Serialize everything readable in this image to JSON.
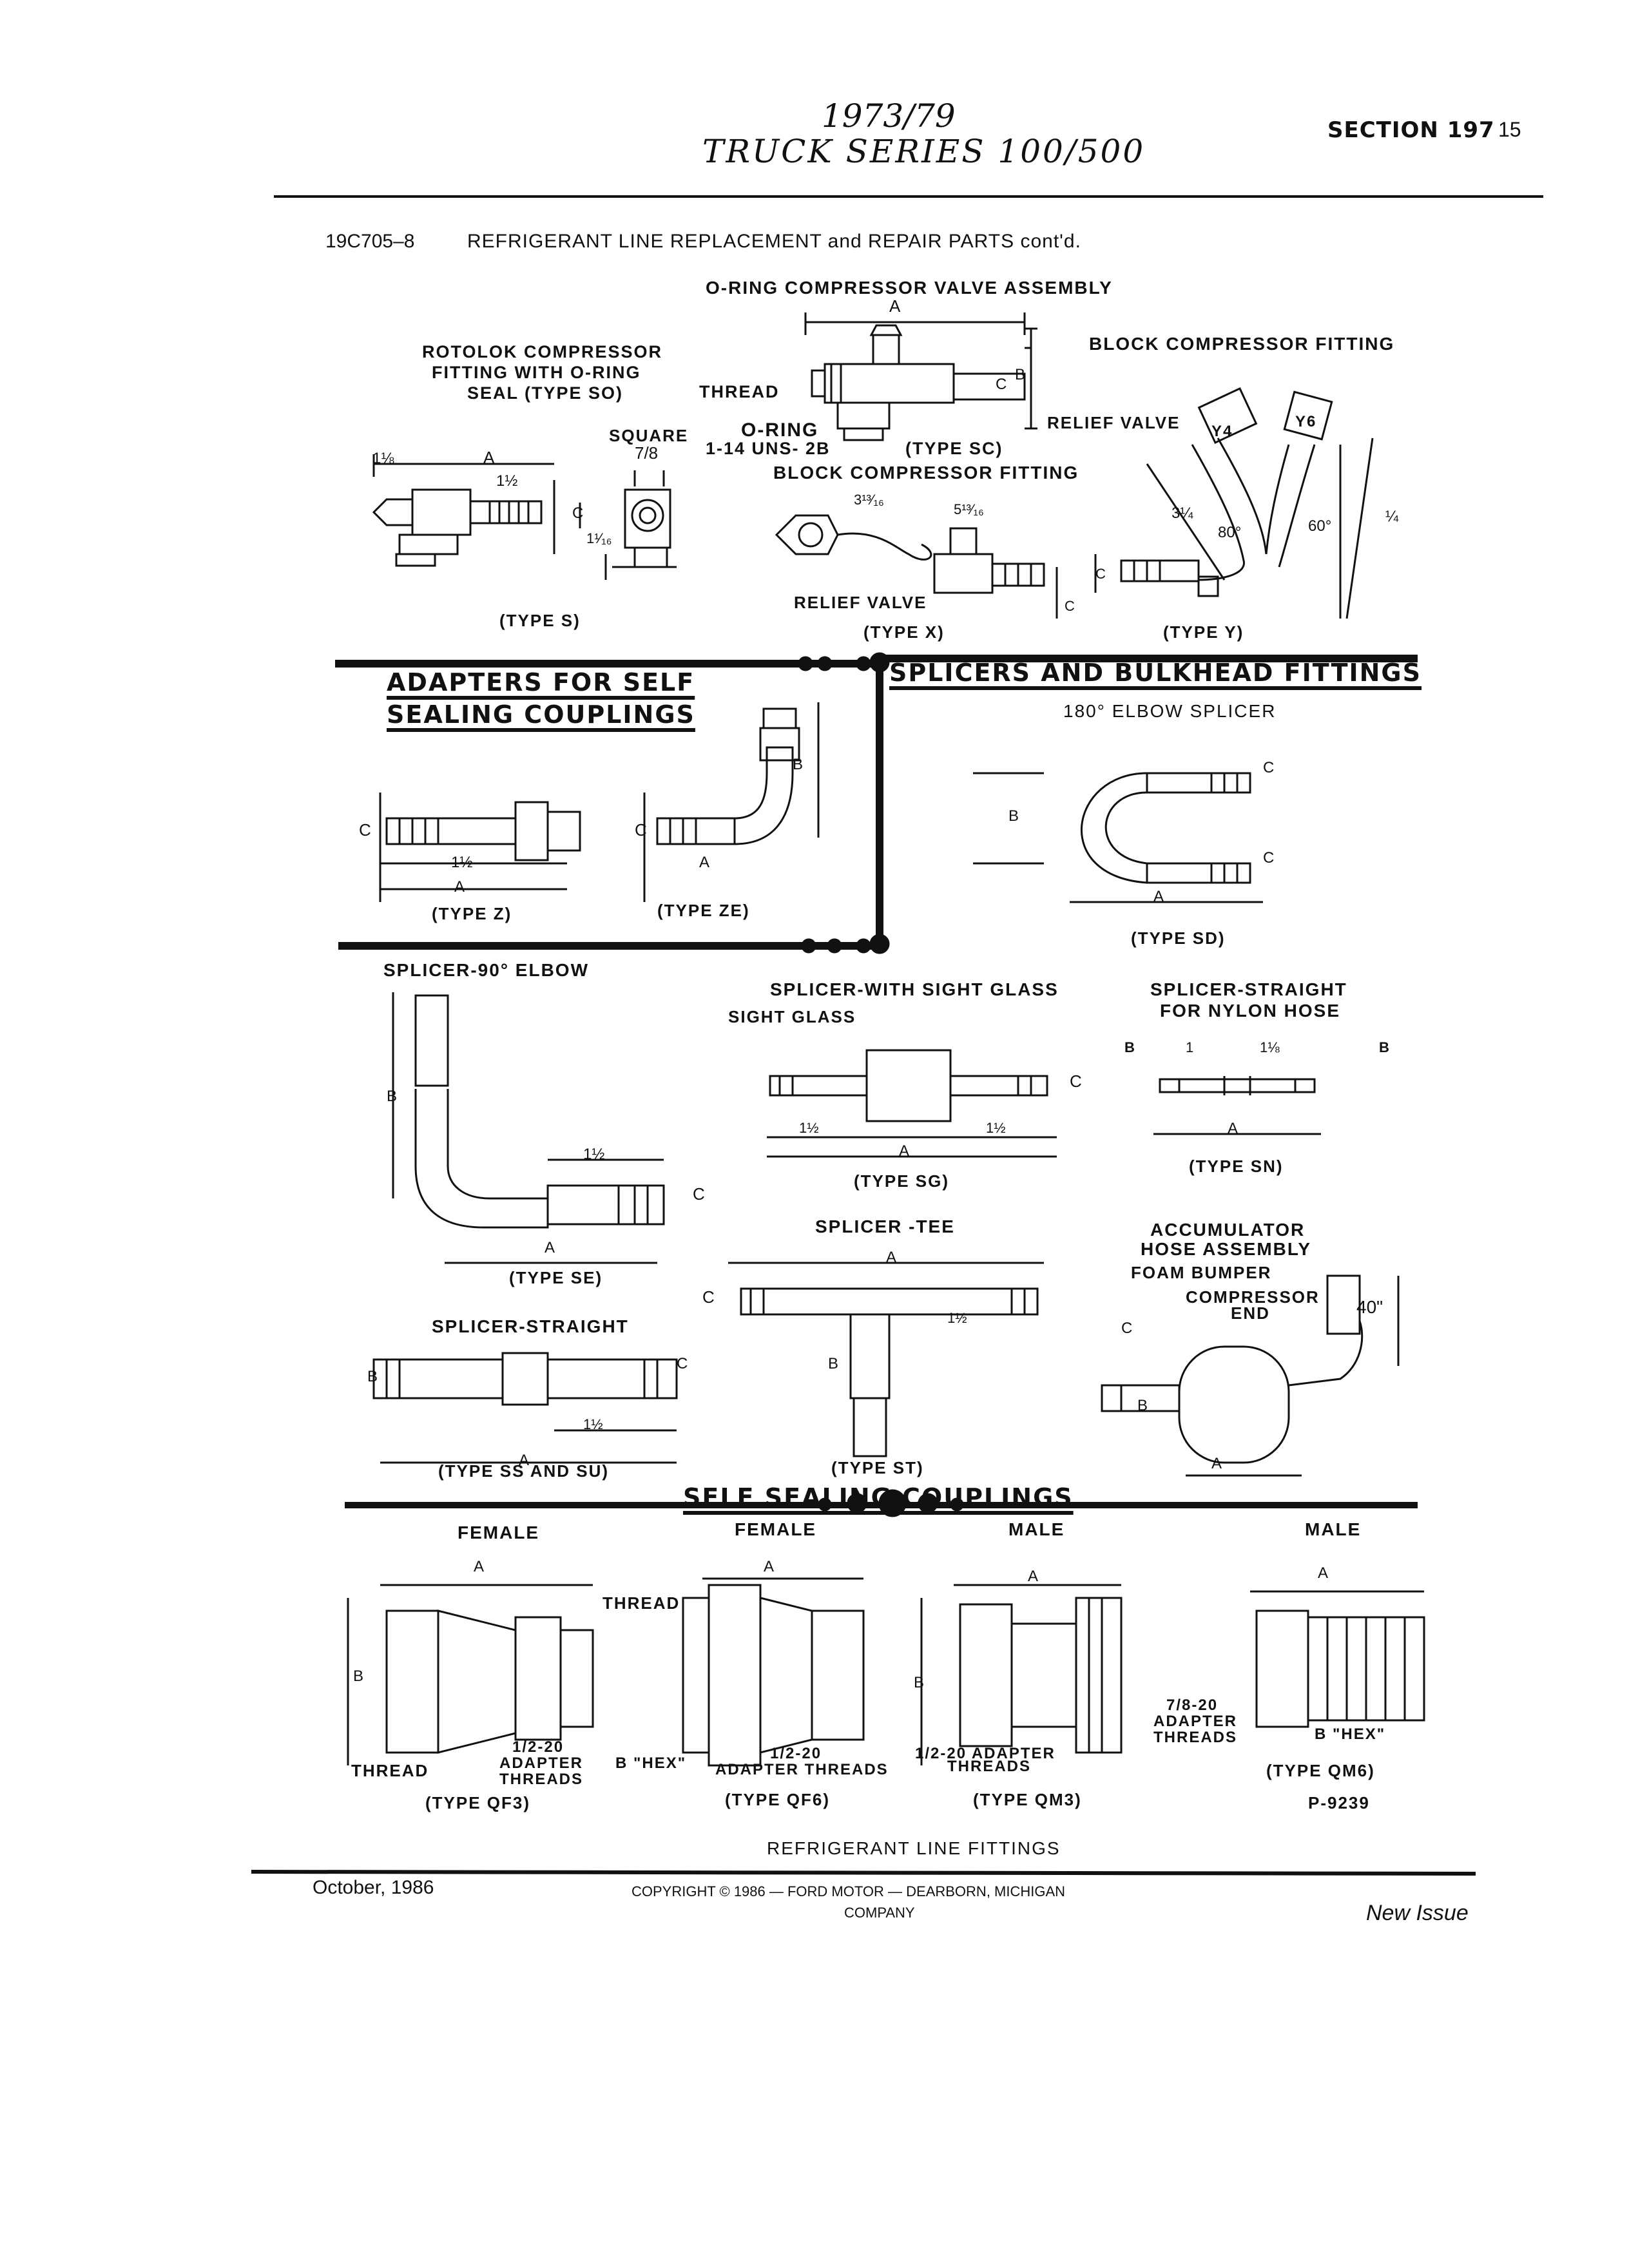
{
  "header": {
    "years": "1973/79",
    "series": "TRUCK SERIES 100/500",
    "section": "SECTION 197",
    "page_number": "15"
  },
  "subheader": {
    "code": "19C705–8",
    "title": "REFRIGERANT LINE REPLACEMENT and REPAIR PARTS cont'd."
  },
  "top_panel": {
    "oring_title": "O-RING COMPRESSOR VALVE ASSEMBLY",
    "rotolok_title": [
      "ROTOLOK COMPRESSOR",
      "FITTING WITH O-RING",
      "SEAL (TYPE SO)"
    ],
    "block_fitting_title": "BLOCK COMPRESSOR FITTING",
    "block_fitting_center": "BLOCK COMPRESSOR FITTING",
    "thread": "THREAD",
    "oring": "O-RING",
    "uns": "1-14 UNS- 2B",
    "type_sc": "(TYPE SC)",
    "square": "SQUARE",
    "seven_eighths": "7/8",
    "relief_valve_right": "RELIEF VALVE",
    "relief_valve_center": "RELIEF VALVE",
    "y4": "Y4",
    "y6": "Y6",
    "type_s": "(TYPE S)",
    "type_x": "(TYPE X)",
    "type_y": "(TYPE Y)",
    "dims": {
      "a": "A",
      "b": "B",
      "c": "C",
      "one_eighth": "1⅛",
      "one_half": "1½",
      "one_sixteenth": "1¹⁄₁₆",
      "three_thirteen": "3¹³⁄₁₆",
      "five_thirteen": "5¹³⁄₁₆",
      "three_quarter": "3¼",
      "quarter": "¼",
      "eighty": "80°",
      "sixty": "60°"
    }
  },
  "adapters": {
    "heading_1": "ADAPTERS FOR SELF",
    "heading_2": "SEALING COUPLINGS",
    "type_z": "(TYPE Z)",
    "type_ze": "(TYPE ZE)"
  },
  "splicers": {
    "heading": "SPLICERS AND BULKHEAD FITTINGS",
    "elbow_180": "180° ELBOW SPLICER",
    "type_sd": "(TYPE SD)",
    "elbow_90": "SPLICER-90° ELBOW",
    "type_se": "(TYPE SE)",
    "sight_glass_title": "SPLICER-WITH SIGHT GLASS",
    "sight_glass": "SIGHT GLASS",
    "type_sg": "(TYPE SG)",
    "nylon_1": "SPLICER-STRAIGHT",
    "nylon_2": "FOR NYLON HOSE",
    "type_sn": "(TYPE SN)",
    "nylon_one": "1",
    "tee": "SPLICER -TEE",
    "type_st": "(TYPE ST)",
    "straight": "SPLICER-STRAIGHT",
    "type_ss": "(TYPE SS AND SU)",
    "accumulator_1": "ACCUMULATOR",
    "accumulator_2": "HOSE ASSEMBLY",
    "foam_bumper": "FOAM BUMPER",
    "compressor_1": "COMPRESSOR",
    "compressor_2": "END",
    "forty": "40\""
  },
  "couplings": {
    "heading": "SELF SEALING COUPLINGS",
    "female_left": "FEMALE",
    "female_center": "FEMALE",
    "male_center": "MALE",
    "male_right": "MALE",
    "thread_left": "THREAD",
    "thread_center": "THREAD",
    "half_20_left_1": "1/2-20",
    "half_20_left_2": "ADAPTER",
    "half_20_left_3": "THREADS",
    "b_hex_center": "B \"HEX\"",
    "half_20_center_1": "1/2-20",
    "half_20_center_2": "ADAPTER THREADS",
    "half_20_qm3_1": "1/2-20 ADAPTER",
    "half_20_qm3_2": "THREADS",
    "seven_8_1": "7/8-20",
    "seven_8_2": "ADAPTER",
    "seven_8_3": "THREADS",
    "b_hex_right": "B \"HEX\"",
    "type_qf3": "(TYPE QF3)",
    "type_qf6": "(TYPE QF6)",
    "type_qm3": "(TYPE QM3)",
    "type_qm6": "(TYPE QM6)",
    "figure_number": "P-9239"
  },
  "caption": "REFRIGERANT LINE FITTINGS",
  "footer": {
    "date": "October, 1986",
    "copyright": "COPYRIGHT © 1986  —  FORD MOTOR  —  DEARBORN, MICHIGAN",
    "company": "COMPANY",
    "issue": "New Issue"
  }
}
